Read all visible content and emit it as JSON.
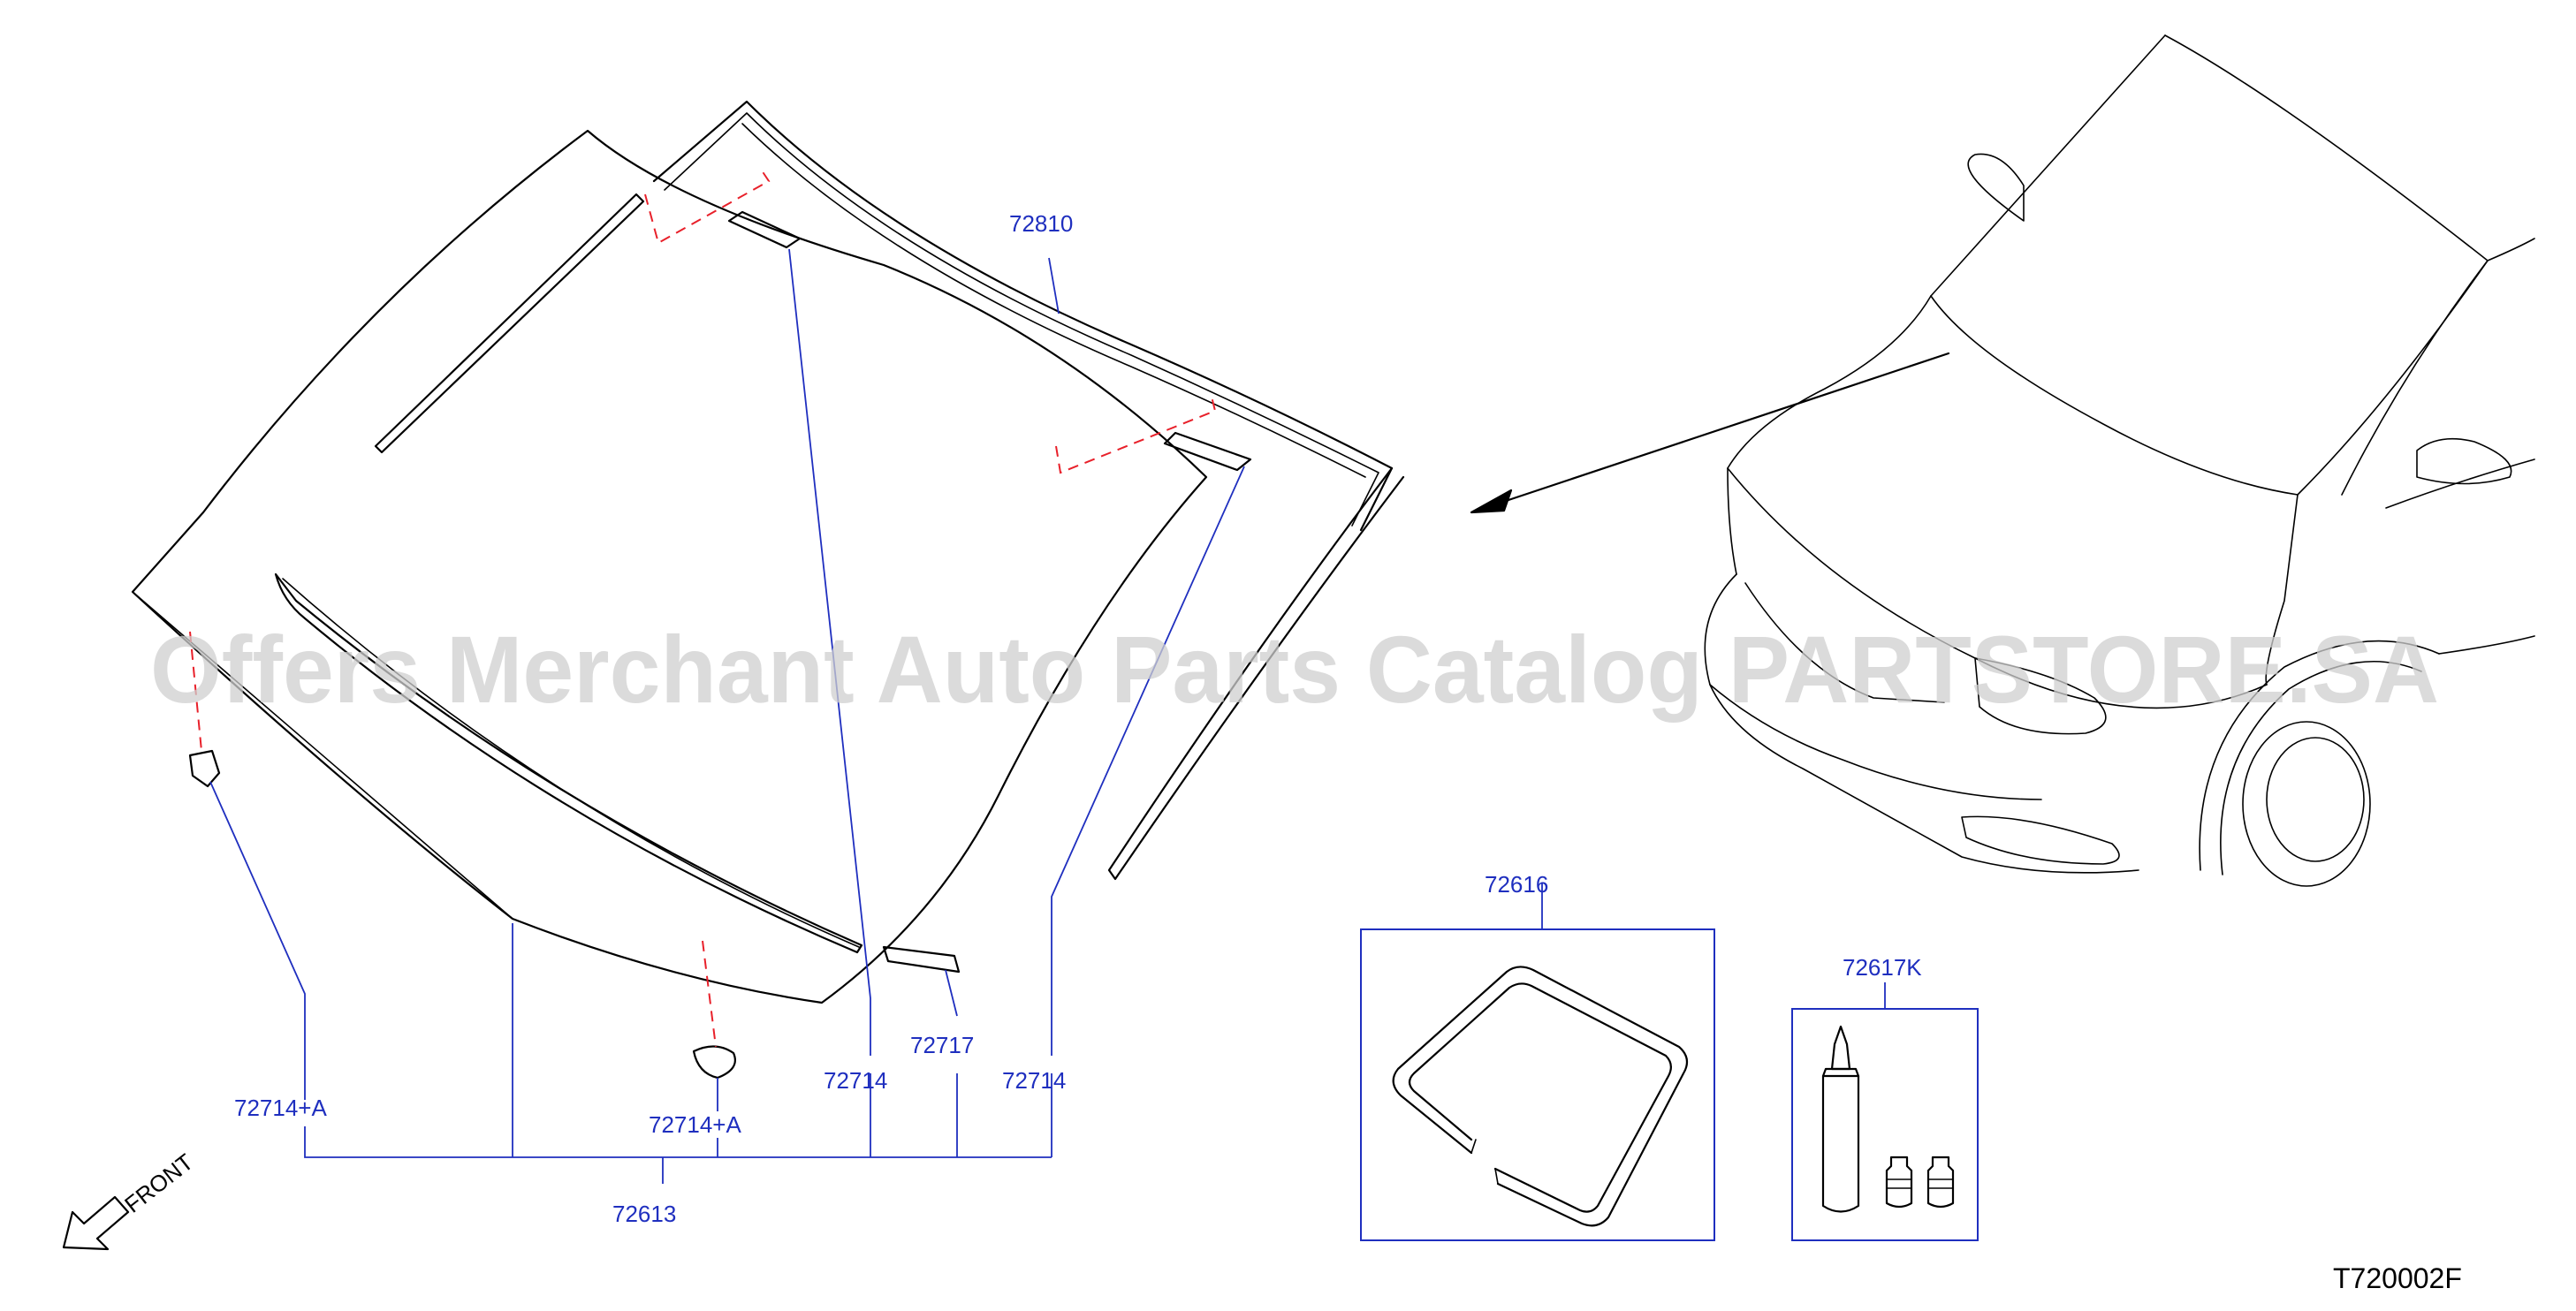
{
  "diagram": {
    "reference_code": "T720002F",
    "watermark": "Offers Merchant Auto Parts Catalog PARTSTORE.SA",
    "direction_label": "FRONT",
    "parts": {
      "p72810": "72810",
      "p72616": "72616",
      "p72617k": "72617K",
      "p72714a_left": "72714+A",
      "p72714a_center": "72714+A",
      "p72714_center": "72714",
      "p72717": "72717",
      "p72714_right": "72714",
      "p72613": "72613"
    },
    "colors": {
      "callout": "#1f2fbf",
      "hidden_line": "#e8202a",
      "outline": "#000000",
      "watermark": "#cfcfcf"
    }
  }
}
